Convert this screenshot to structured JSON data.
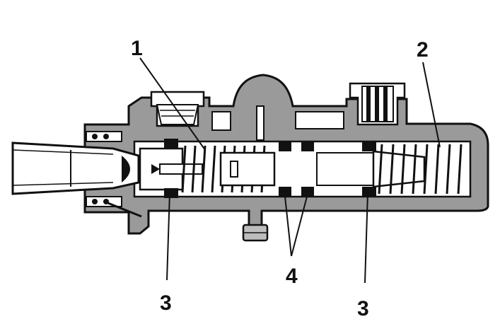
{
  "diagram": {
    "callouts": {
      "c1": "1",
      "c2": "2",
      "c3_left": "3",
      "c3_right": "3",
      "c4": "4"
    },
    "colors": {
      "housing": "#9a9a9a",
      "bore": "#ffffff",
      "line": "#111111",
      "detail": "#444444"
    }
  }
}
